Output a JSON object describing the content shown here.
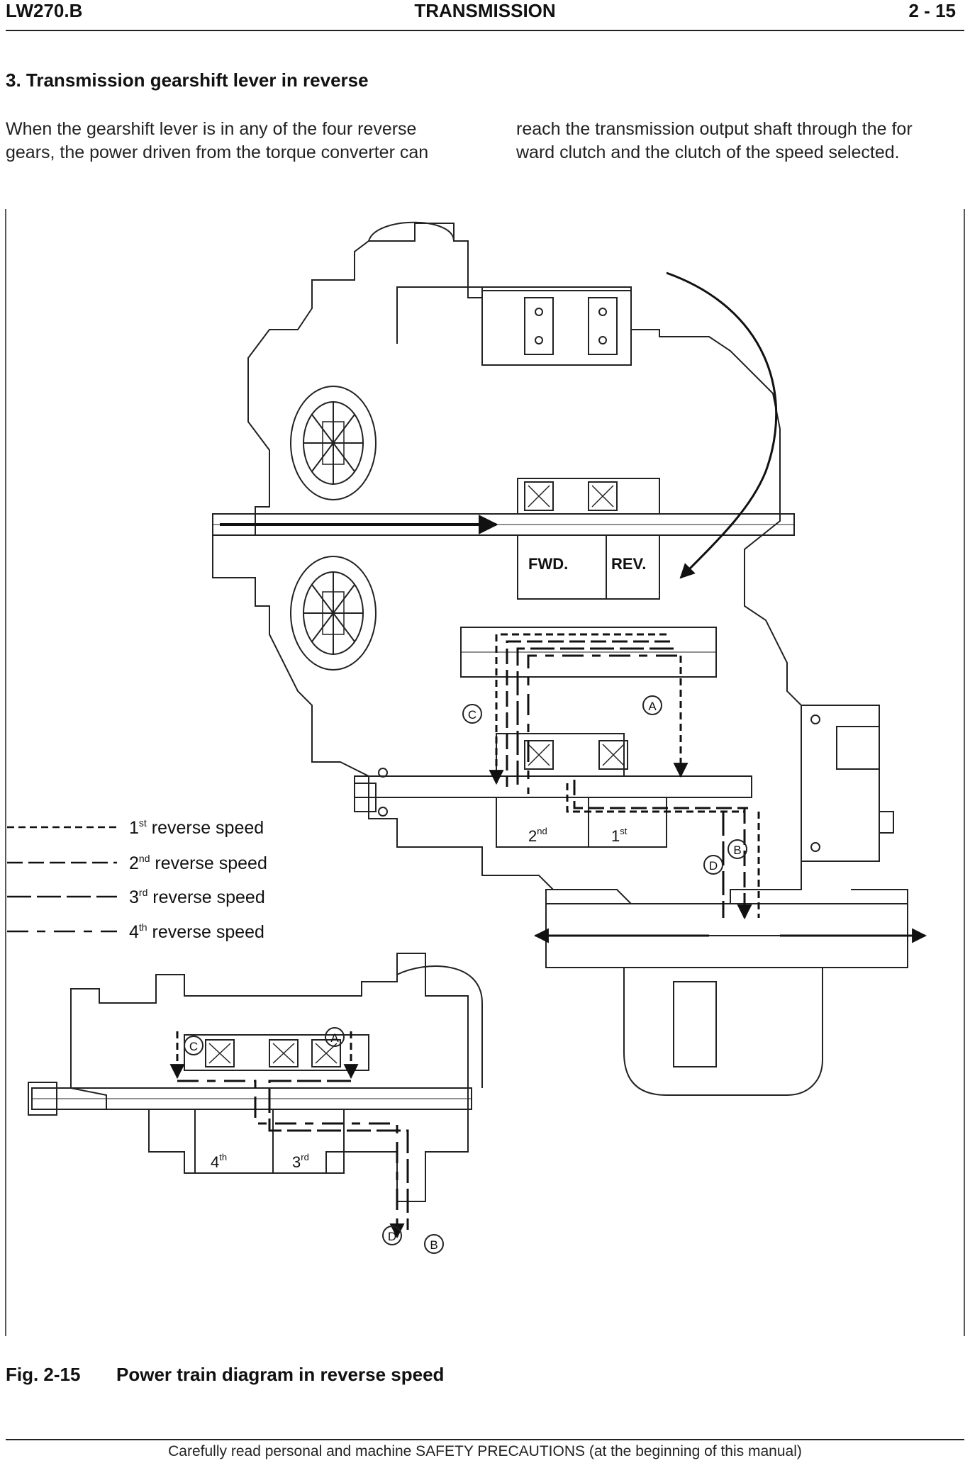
{
  "header": {
    "left": "LW270.B",
    "center": "TRANSMISSION",
    "right": "2 - 15"
  },
  "section": {
    "title": "3. Transmission gearshift lever in reverse"
  },
  "body": {
    "left_lines": [
      "When the gearshift lever is in any of the four reverse",
      "gears, the power driven from the torque converter can"
    ],
    "right_lines": [
      "reach the transmission output shaft through the for",
      "ward clutch and the clutch of the speed selected."
    ]
  },
  "diagram": {
    "clutch_labels": {
      "fwd": "FWD.",
      "rev": "REV."
    },
    "gear_labels": {
      "second": {
        "base": "2",
        "sup": "nd"
      },
      "first": {
        "base": "1",
        "sup": "st"
      },
      "fourth": {
        "base": "4",
        "sup": "th"
      },
      "third": {
        "base": "3",
        "sup": "rd"
      }
    },
    "markers": {
      "a": "A",
      "b": "B",
      "c": "C",
      "d": "D"
    },
    "legend": [
      {
        "ord": "1",
        "sup": "st",
        "text": " reverse speed",
        "dash": "10,6"
      },
      {
        "ord": "2",
        "sup": "nd",
        "text": " reverse speed",
        "dash": "22,8"
      },
      {
        "ord": "3",
        "sup": "rd",
        "text": " reverse speed",
        "dash": "34,8"
      },
      {
        "ord": "4",
        "sup": "th",
        "text": " reverse speed",
        "dash": "30,12,12,12"
      }
    ]
  },
  "figure": {
    "label": "Fig. 2-15",
    "title": "Power train diagram in reverse speed"
  },
  "footer": {
    "text": "Carefully read personal and machine SAFETY PRECAUTIONS (at the beginning of this manual)"
  }
}
